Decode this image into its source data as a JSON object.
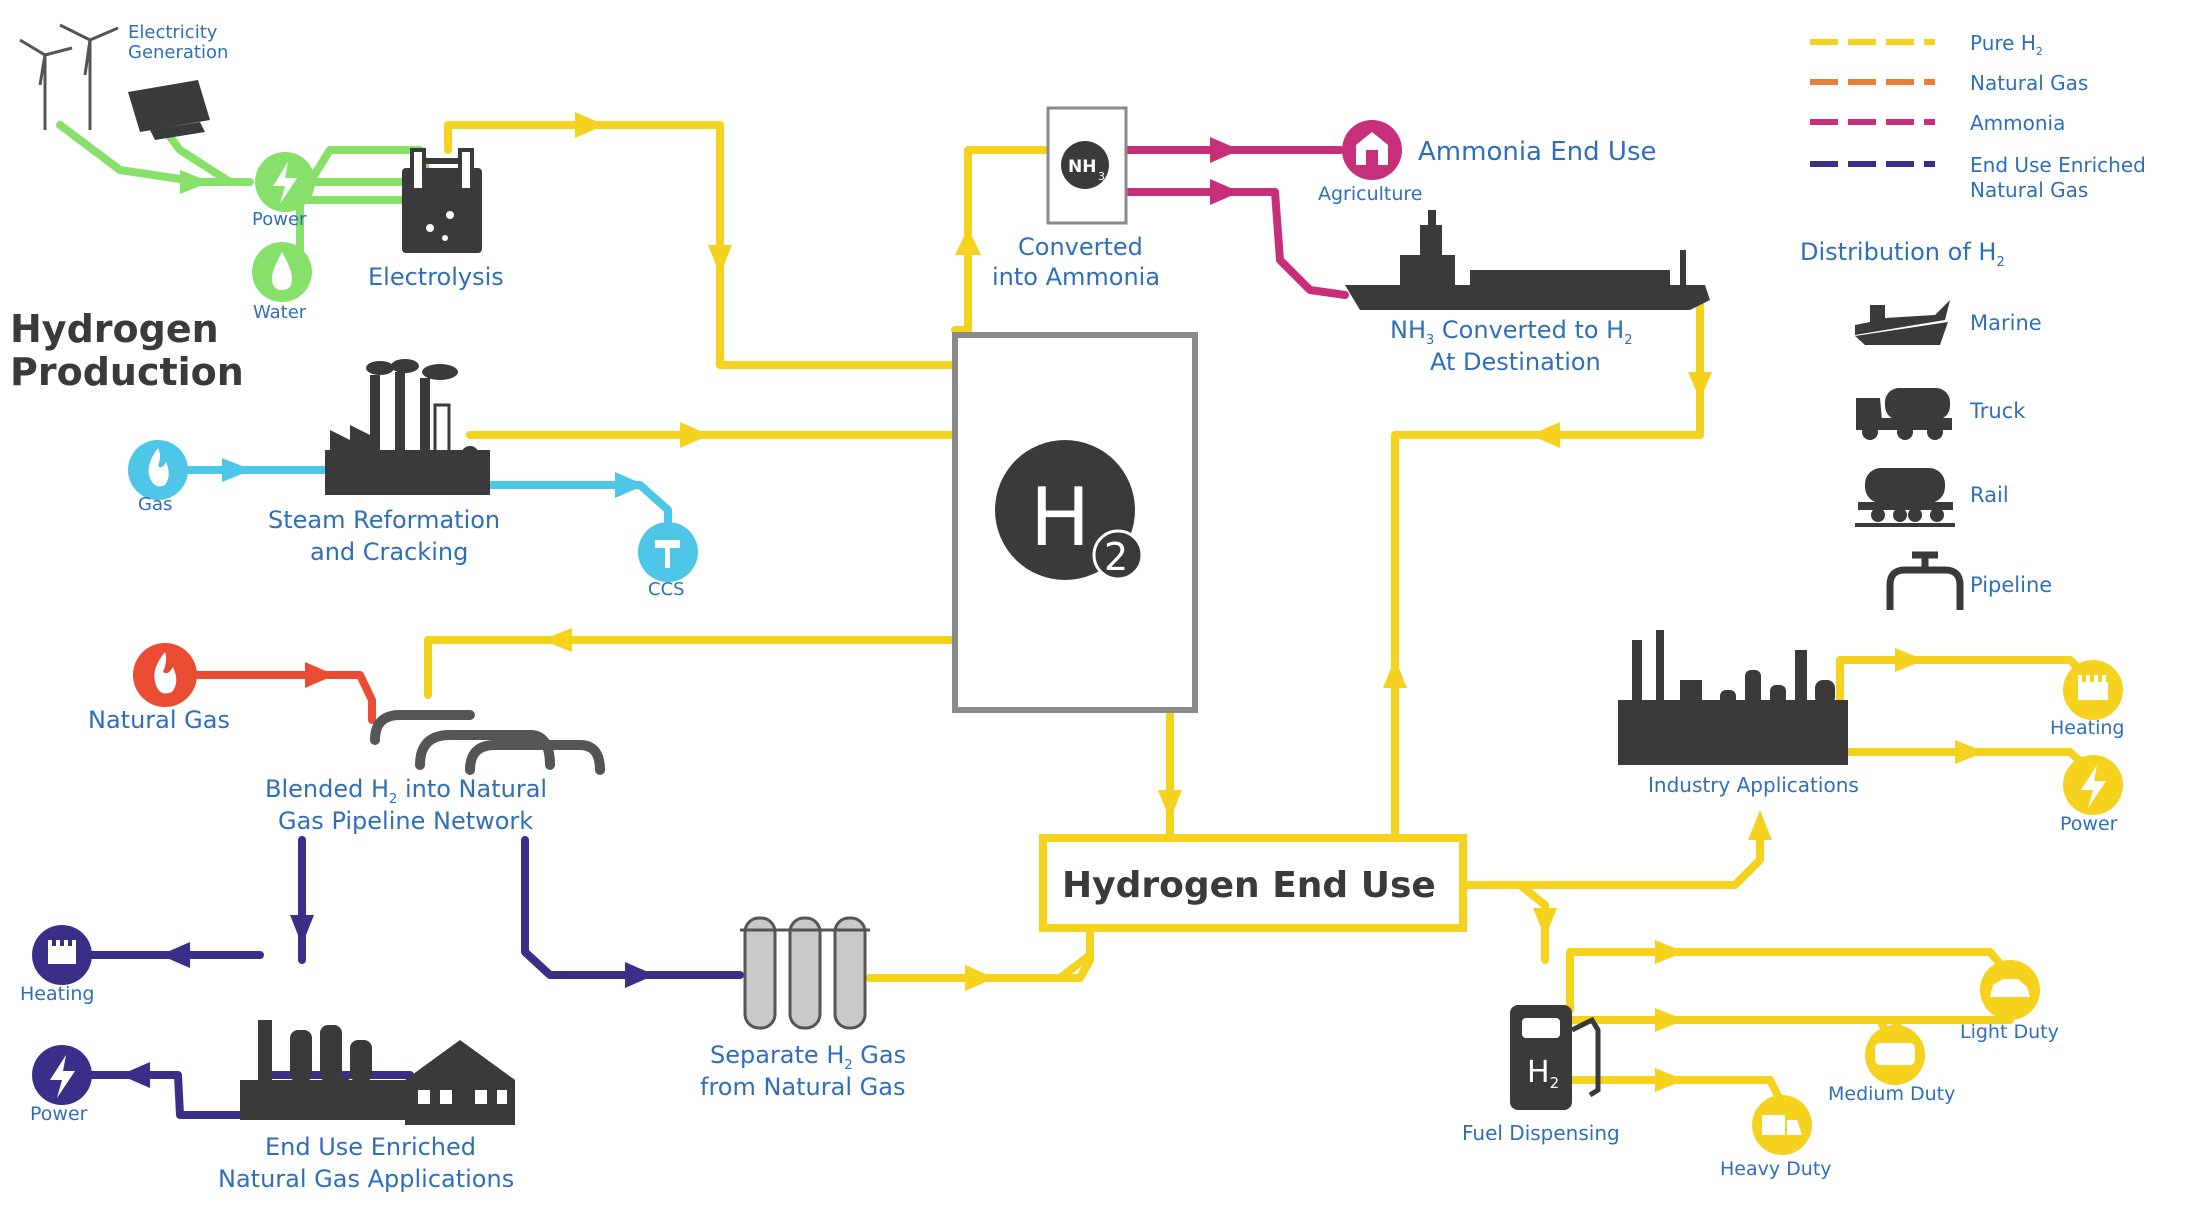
{
  "title": [
    "Hydrogen",
    "Production"
  ],
  "legend": [
    {
      "label": "Pure H",
      "sub": "2",
      "color": "#f4d21e"
    },
    {
      "label": "Natural Gas",
      "sub": "",
      "color": "#e8803a"
    },
    {
      "label": "Ammonia",
      "sub": "",
      "color": "#c72f7a"
    },
    {
      "label": "End Use Enriched",
      "label2": "Natural Gas",
      "sub": "",
      "color": "#3a2f88"
    }
  ],
  "distribution": {
    "title": "Distribution of H",
    "title_sub": "2",
    "items": [
      "Marine",
      "Truck",
      "Rail",
      "Pipeline"
    ]
  },
  "production": {
    "electricity_generation": [
      "Electricity",
      "Generation"
    ],
    "power": "Power",
    "water": "Water",
    "electrolysis": "Electrolysis",
    "gas": "Gas",
    "steam_reformation": [
      "Steam Reformation",
      "and Cracking"
    ],
    "ccs": "CCS",
    "natural_gas": "Natural Gas"
  },
  "hub": {
    "symbol": "H",
    "subscript": "2"
  },
  "ammonia": {
    "nh3_symbol": "NH",
    "nh3_sub": "3",
    "converted": [
      "Converted",
      "into Ammonia"
    ],
    "end_use": "Ammonia End Use",
    "agriculture": "Agriculture",
    "destination_line1": "NH",
    "destination_line1_sub": "3",
    "destination_line1_rest": " Converted to H",
    "destination_line1_sub2": "2",
    "destination_line2": "At Destination"
  },
  "blended": {
    "line1": "Blended H",
    "line1_sub": "2",
    "line1_rest": " into Natural",
    "line2": "Gas Pipeline Network",
    "heating": "Heating",
    "power": "Power",
    "end_use_enriched": [
      "End Use Enriched",
      "Natural Gas Applications"
    ]
  },
  "separate": {
    "line1": "Separate H",
    "line1_sub": "2",
    "line1_rest": " Gas",
    "line2": "from Natural Gas"
  },
  "end_use": {
    "title": "Hydrogen End Use"
  },
  "industry": {
    "label": "Industry Applications",
    "heating": "Heating",
    "power": "Power"
  },
  "fuel": {
    "label": "Fuel Dispensing",
    "pump_symbol": "H",
    "pump_sub": "2",
    "light": "Light Duty",
    "medium": "Medium Duty",
    "heavy": "Heavy Duty"
  },
  "colors": {
    "pure_h2": "#f4d21e",
    "natural_gas": "#e8803a",
    "ammonia": "#c72f7a",
    "enriched": "#3a2f88",
    "electric": "#86e06a",
    "gas_blue": "#4ec6e8",
    "ng_red": "#e94c32",
    "label_blue": "#2f6fb8",
    "dark": "#3a3a3a"
  },
  "icons": {
    "power": "lightning-icon",
    "water": "drop-icon",
    "gas": "flame-icon",
    "ccs": "ccs-icon",
    "natural_gas": "flame-icon",
    "heating": "radiator-icon",
    "agriculture": "barn-icon",
    "marine": "ship-icon",
    "truck": "truck-icon",
    "rail": "railcar-icon",
    "pipeline": "pipeline-icon",
    "light_duty": "car-icon",
    "medium_duty": "bus-icon",
    "heavy_duty": "truck-icon"
  }
}
